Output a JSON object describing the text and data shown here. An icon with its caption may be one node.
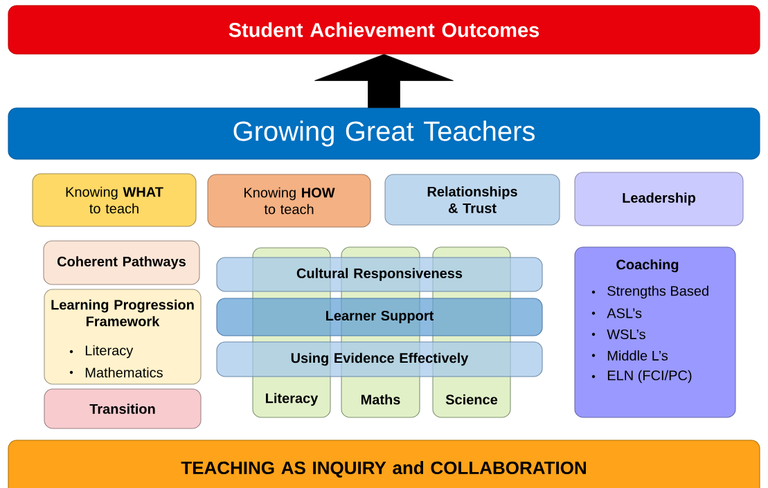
{
  "diagram": {
    "nodes": [
      {
        "text": [
          "Student Achievement Outcomes"
        ]
      },
      {
        "text": [
          "Growing Great Teachers"
        ]
      },
      {
        "text": [
          "Knowing **WHAT** to teach"
        ]
      },
      {
        "text": [
          "Knowing **HOW** to teach"
        ]
      },
      {
        "text": [
          "Relationships & Trust"
        ]
      },
      {
        "text": [
          "Leadership"
        ]
      },
      {
        "text": [
          "Coherent Pathways"
        ]
      },
      {
        "text": [
          "Learning Progression Framework",
          "Literacy",
          "Mathematics"
        ]
      },
      {
        "text": [
          "Transition"
        ]
      },
      {
        "text": [
          "Literacy"
        ]
      },
      {
        "text": [
          "Maths"
        ]
      },
      {
        "text": [
          "Science"
        ]
      },
      {
        "text": [
          "Cultural Responsiveness"
        ]
      },
      {
        "text": [
          "Learner Support"
        ]
      },
      {
        "text": [
          "Using Evidence Effectively"
        ]
      },
      {
        "text": [
          "Coaching",
          "Strengths Based",
          "ASL’s",
          "WSL’s",
          "Middle L’s",
          "ELN (FCI/PC)"
        ]
      },
      {
        "text": [
          "TEACHING AS INQUIRY and COLLABORATION"
        ]
      }
    ],
    "edges": [
      {
        "from": 1,
        "to": 0,
        "arrow": "to",
        "style": "thick"
      }
    ]
  }
}
